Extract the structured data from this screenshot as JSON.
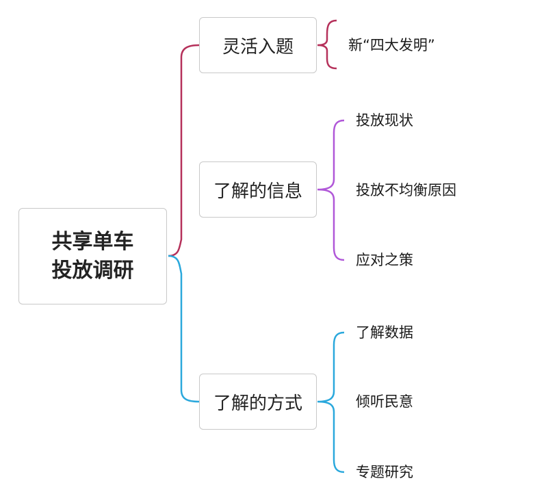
{
  "root": {
    "line1": "共享单车",
    "line2": "投放调研"
  },
  "branches": [
    {
      "label": "灵活入题",
      "color": "#b5305a",
      "leaves": [
        "新“四大发明”"
      ]
    },
    {
      "label": "了解的信息",
      "color": "#b057d8",
      "leaves": [
        "投放现状",
        "投放不均衡原因",
        "应对之策"
      ]
    },
    {
      "label": "了解的方式",
      "color": "#2aa8dc",
      "leaves": [
        "了解数据",
        "倾听民意",
        "专题研究"
      ]
    }
  ]
}
